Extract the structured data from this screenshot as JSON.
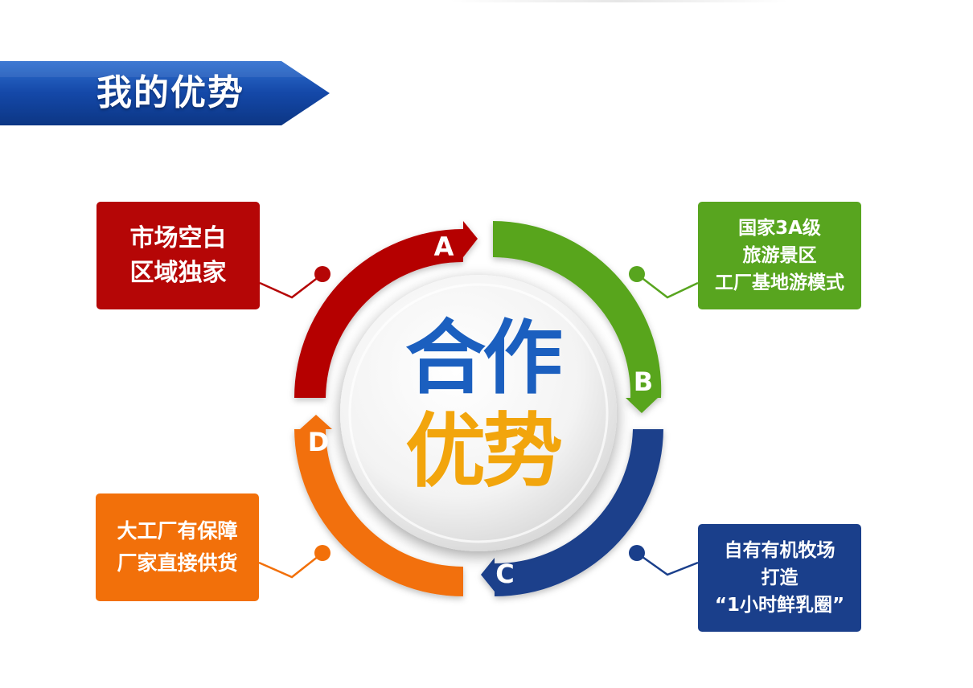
{
  "header": {
    "title": "我的优势"
  },
  "center": {
    "line1": "合作",
    "line2": "优势"
  },
  "segments": [
    {
      "letter": "A",
      "color": "#b50606",
      "lines": [
        "市场空白",
        "区域独家"
      ]
    },
    {
      "letter": "B",
      "color": "#58a51f",
      "lines": [
        "国家3A级",
        "旅游景区",
        "工厂基地游模式"
      ]
    },
    {
      "letter": "C",
      "color": "#1a3f8b",
      "lines": [
        "自有有机牧场",
        "打造",
        "“1小时鲜乳圈”"
      ]
    },
    {
      "letter": "D",
      "color": "#f2700a",
      "lines": [
        "大工厂有保障",
        "厂家直接供货"
      ]
    }
  ],
  "banner_color": "#0f3d96"
}
